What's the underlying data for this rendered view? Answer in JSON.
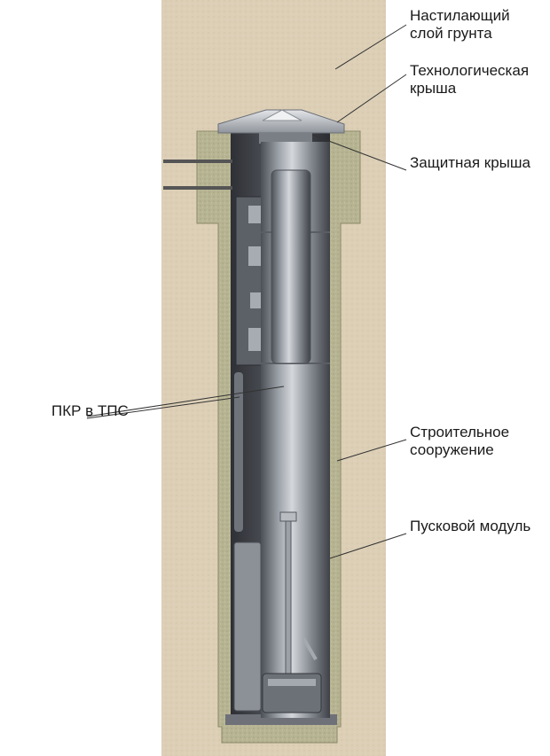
{
  "labels": {
    "cover_soil": [
      "Настилающий",
      "слой грунта"
    ],
    "tech_roof": [
      "Технологическая",
      "крыша"
    ],
    "protective_roof": [
      "Защитная крыша"
    ],
    "missile_tpk": [
      "ПКР в ТПС"
    ],
    "structure": [
      "Строительное",
      "сооружение"
    ],
    "launch_module": [
      "Пусковой модуль"
    ]
  },
  "colors": {
    "soil": "#dccfb6",
    "concrete": "#b7b493",
    "concrete_edge": "#8d8a68",
    "shaft_dark": "#3f4248",
    "metal_mid": "#7b7f86",
    "metal_light": "#c9ccd0",
    "leader": "#333333"
  }
}
